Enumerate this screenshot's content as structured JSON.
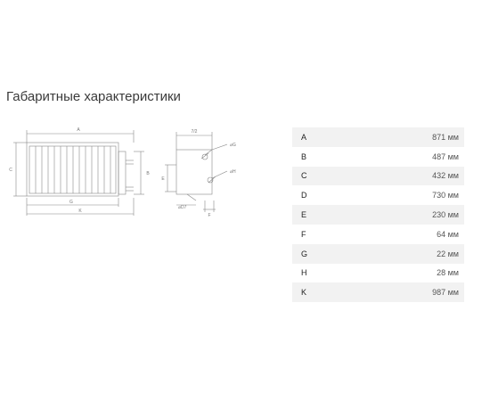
{
  "section": {
    "title": "Габаритные характеристики"
  },
  "drawing": {
    "front_labels": {
      "a": "A",
      "b": "B",
      "c": "C",
      "g": "G",
      "k": "K"
    },
    "side_labels": {
      "d": "7/2",
      "e": "E",
      "f": "F",
      "dg": "⌀G",
      "dh": "⌀H",
      "dd": "⌀D7"
    }
  },
  "specs": [
    {
      "key": "A",
      "value": "871 мм"
    },
    {
      "key": "B",
      "value": "487 мм"
    },
    {
      "key": "C",
      "value": "432 мм"
    },
    {
      "key": "D",
      "value": "730 мм"
    },
    {
      "key": "E",
      "value": "230 мм"
    },
    {
      "key": "F",
      "value": "64 мм"
    },
    {
      "key": "G",
      "value": "22 мм"
    },
    {
      "key": "H",
      "value": "28 мм"
    },
    {
      "key": "K",
      "value": "987 мм"
    }
  ]
}
